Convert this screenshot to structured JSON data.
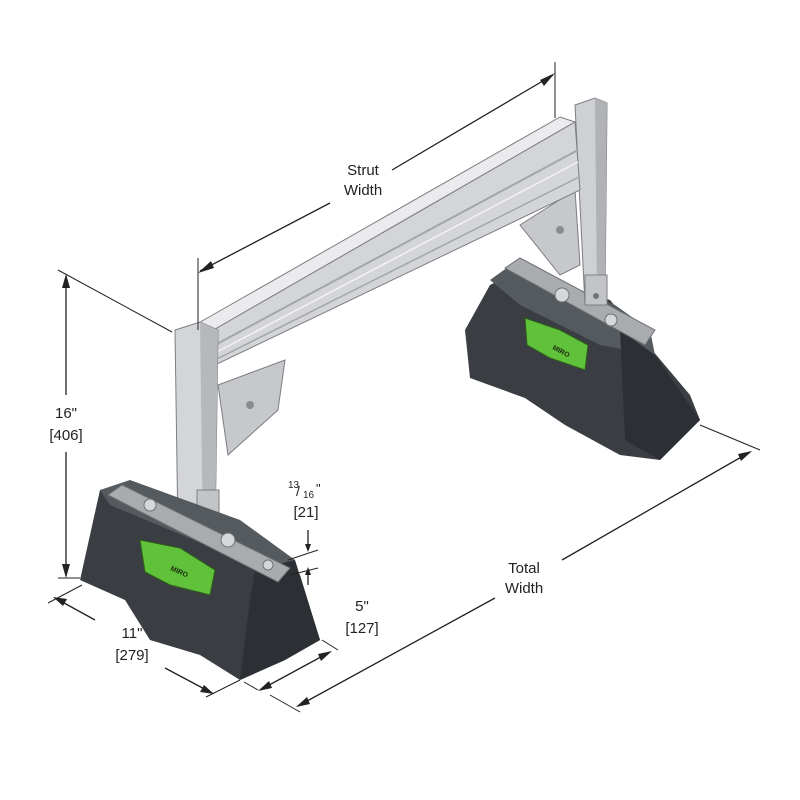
{
  "colors": {
    "steel_light": "#dcdcde",
    "steel_mid": "#bcbec2",
    "steel_dark": "#9a9ca0",
    "base_top": "#555a5e",
    "base_front": "#3a3e42",
    "base_side": "#2c3034",
    "green_badge": "#5fc23a",
    "badge_text": "#1d2b10",
    "line": "#222222"
  },
  "badge_text": "MIRO",
  "dimensions": {
    "strut_width": {
      "line1": "Strut",
      "line2": "Width"
    },
    "height": {
      "inches": "16\"",
      "mm": "[406]"
    },
    "clearance": {
      "num": "13",
      "den": "16",
      "quote": "\"",
      "mm": "[21]"
    },
    "base_depth": {
      "inches": "11\"",
      "mm": "[279]"
    },
    "base_width": {
      "inches": "5\"",
      "mm": "[127]"
    },
    "total_width": {
      "line1": "Total",
      "line2": "Width"
    }
  }
}
